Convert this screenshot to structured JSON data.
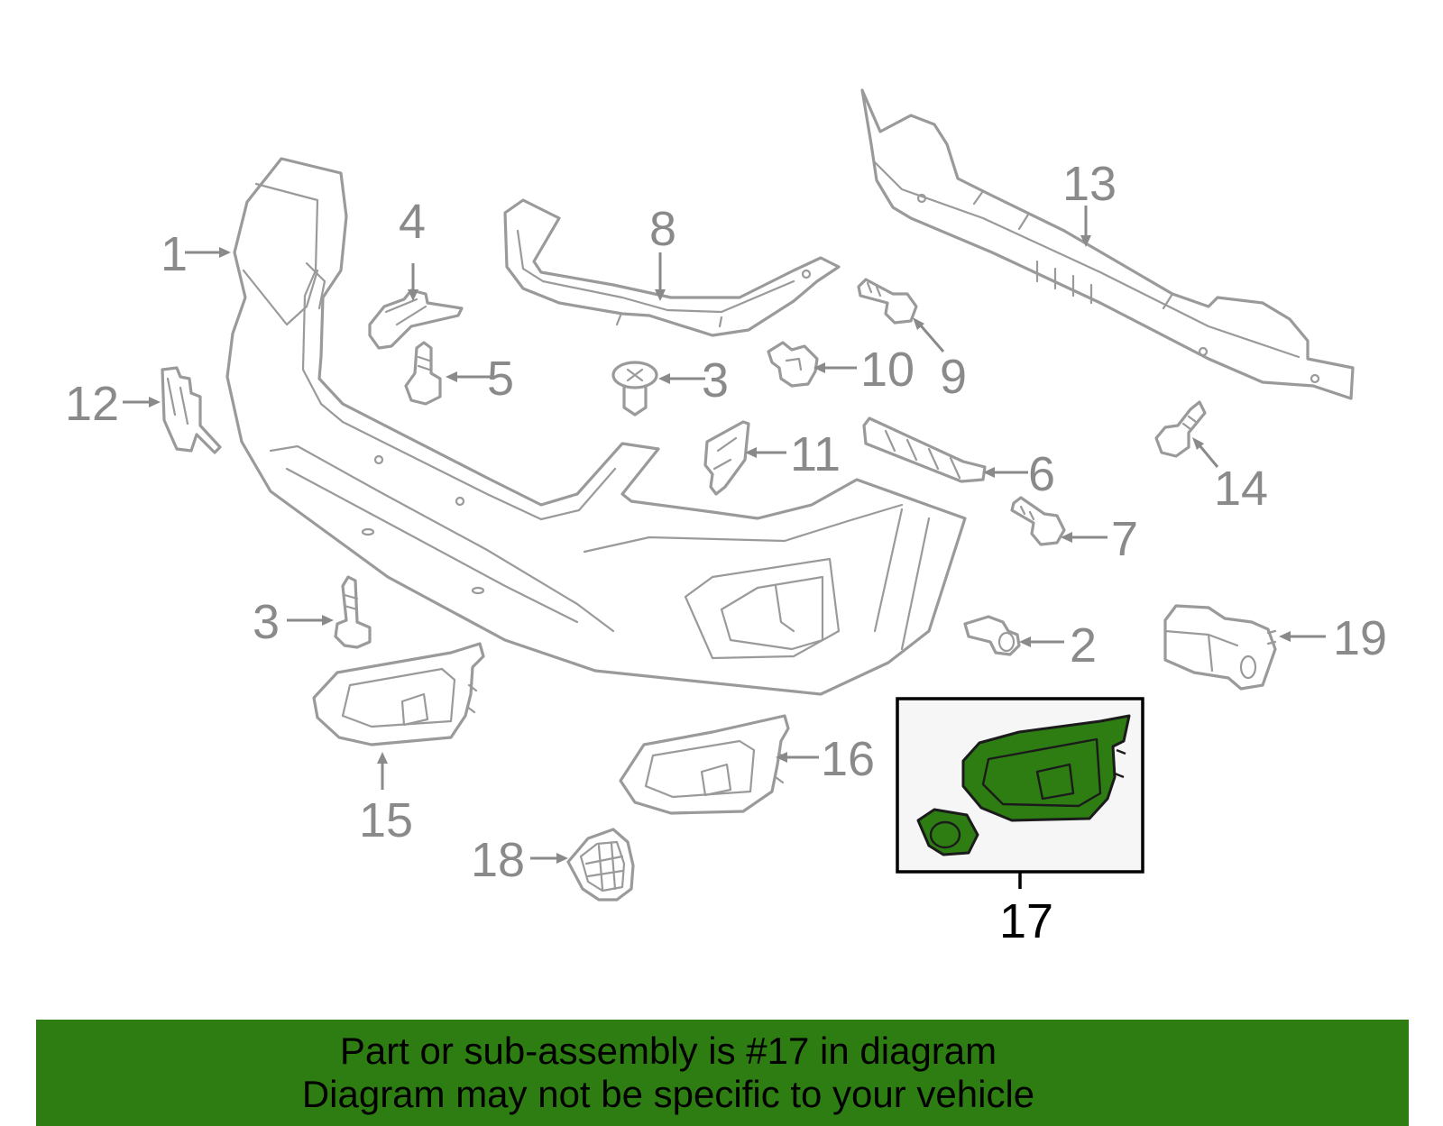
{
  "callouts": {
    "c1": "1",
    "c2": "2",
    "c3a": "3",
    "c3b": "3",
    "c4": "4",
    "c5": "5",
    "c6": "6",
    "c7": "7",
    "c8": "8",
    "c9": "9",
    "c10": "10",
    "c11": "11",
    "c12": "12",
    "c13": "13",
    "c14": "14",
    "c15": "15",
    "c16": "16",
    "c17": "17",
    "c18": "18",
    "c19": "19"
  },
  "highlight": {
    "part_number": "17",
    "color": "#2e7d13",
    "box_background": "#f6f6f6"
  },
  "banner": {
    "line1": "Part or sub-assembly is #17 in diagram",
    "line2": "Diagram may not be specific to your vehicle",
    "background": "#2e7d13"
  }
}
